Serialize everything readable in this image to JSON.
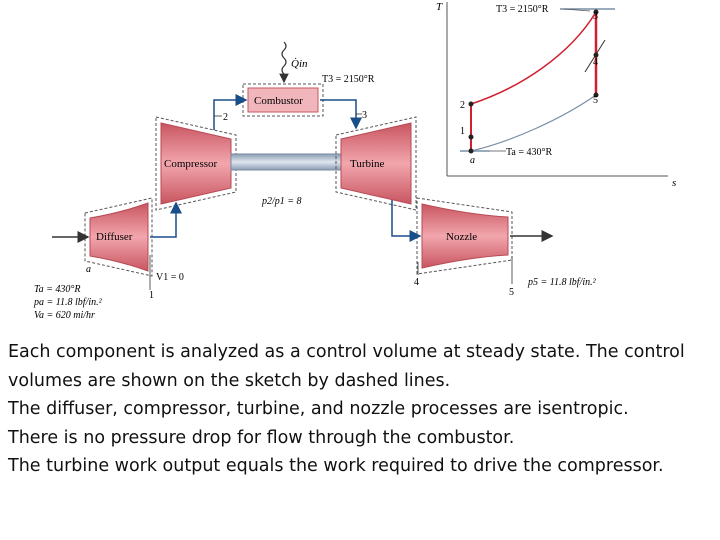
{
  "diagram": {
    "labels": {
      "compressor": "Compressor",
      "turbine": "Turbine",
      "combustor": "Combustor",
      "diffuser": "Diffuser",
      "nozzle": "Nozzle",
      "q_in": "Q̇in",
      "t3_combustor": "T3 = 2150°R",
      "pressure_ratio": "p2/p1 = 8",
      "v1": "V1 = 0",
      "p5": "p5 = 11.8 lbf/in.²",
      "ambient": [
        "Ta = 430°R",
        "pa = 11.8 lbf/in.²",
        "Va = 620 mi/hr"
      ],
      "state_a": "a",
      "state_1": "1",
      "state_2": "2",
      "state_3": "3",
      "state_4": "4",
      "state_5": "5"
    },
    "ts_chart": {
      "axis_t": "T",
      "axis_s": "s",
      "t3_label": "T3 = 2150°R",
      "ta_label": "Ta = 430°R",
      "points": [
        "a",
        "1",
        "2",
        "3",
        "4",
        "5"
      ]
    },
    "colors": {
      "component_fill": "#e8808a",
      "component_dark": "#c85560",
      "duct": "#b8c4d4",
      "process_line": "#d02030",
      "arrow": "#1a4e8a"
    }
  },
  "caption": {
    "lines": [
      "Each component is analyzed as a control volume at steady state. The control volumes are shown on the sketch by dashed lines.",
      "The diffuser, compressor, turbine, and nozzle processes are isentropic.",
      "There is no pressure drop for flow through the combustor.",
      "The turbine work output equals the work required to drive the compressor."
    ]
  }
}
